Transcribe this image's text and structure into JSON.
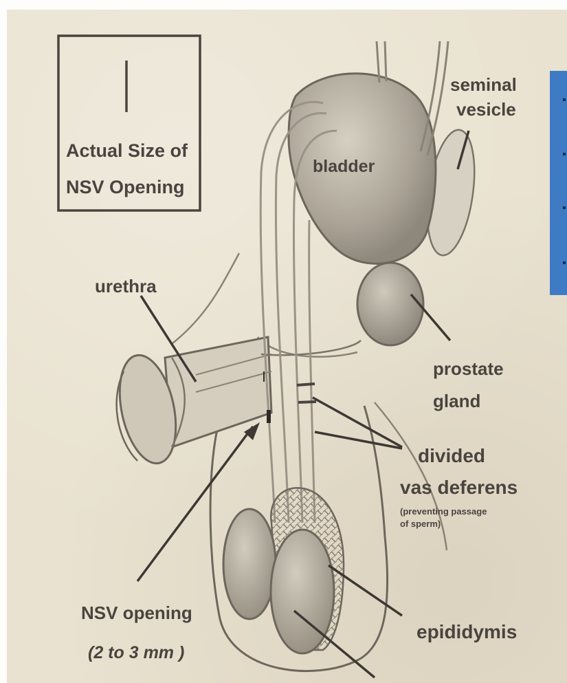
{
  "callout_box": {
    "line1": "Actual Size of",
    "line2": "NSV Opening"
  },
  "labels": {
    "seminal_vesicle": [
      "seminal",
      "vesicle"
    ],
    "bladder": "bladder",
    "urethra": "urethra",
    "prostate_gland": [
      "prostate",
      "gland"
    ],
    "vas_deferens": [
      "divided",
      "vas deferens"
    ],
    "vas_note": [
      "(preventing passage",
      "of sperm)"
    ],
    "nsv_opening": "NSV opening",
    "nsv_size": "(2 to 3 mm )",
    "epididymis": "epididymis"
  },
  "colors": {
    "paper": "#e9e2d0",
    "ink": "#4a4440",
    "organ_fill": "#b9b2a4",
    "accent_panel": "#3f7bc4"
  }
}
